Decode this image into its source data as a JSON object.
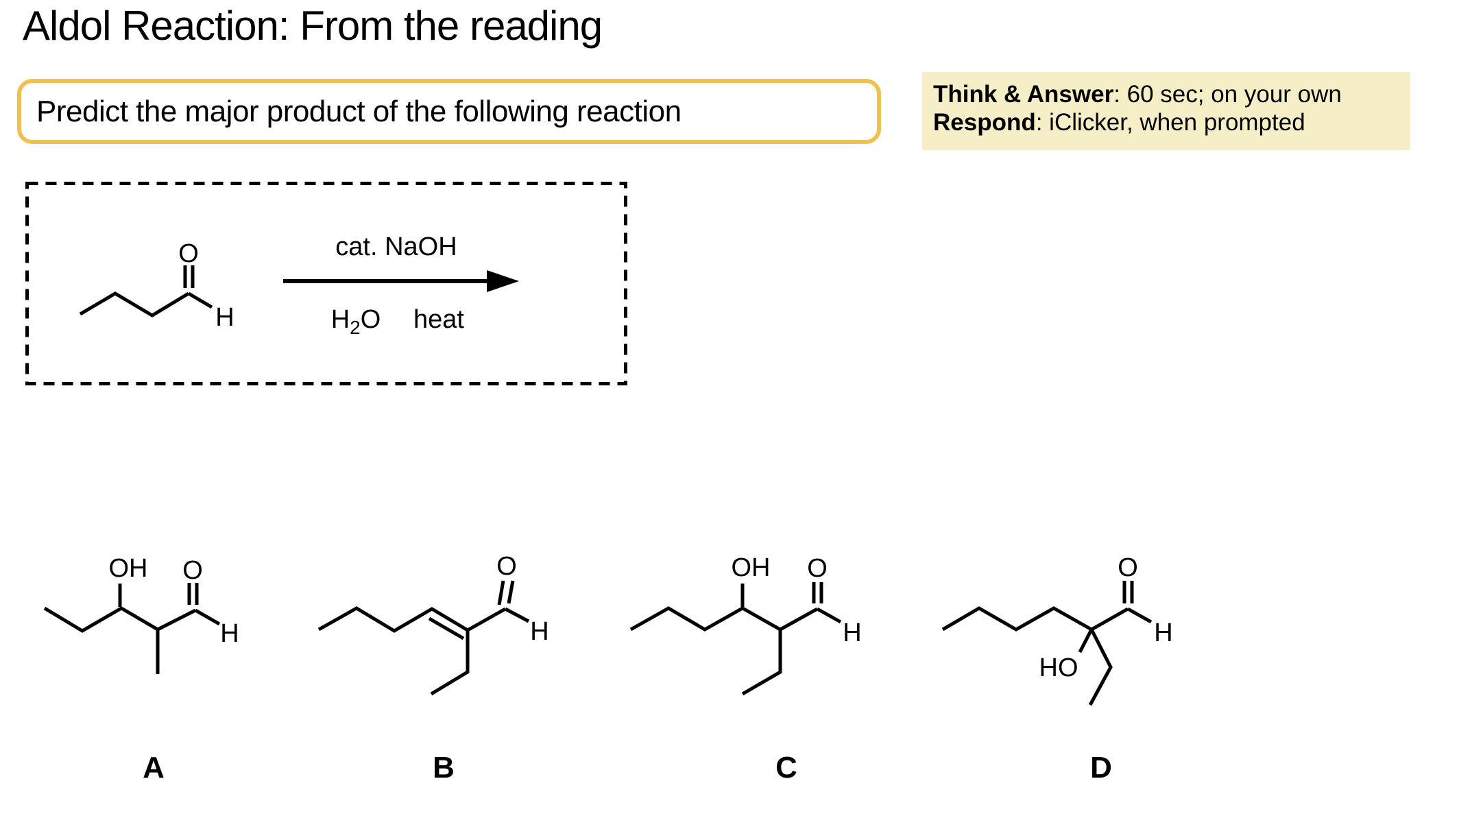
{
  "slide": {
    "title": "Aldol Reaction: From the reading"
  },
  "prompt_box": {
    "text": "Predict the major product of the following reaction"
  },
  "note_box": {
    "lines": [
      {
        "label": "Think & Answer",
        "rest": ": 60 sec; on your own"
      },
      {
        "label": "Respond",
        "rest": ": iClicker, when prompted"
      }
    ]
  },
  "scheme": {
    "reactant": {
      "carbonyl_o": "O",
      "aldehyde_h": "H"
    },
    "conditions_above_arrow": "cat. NaOH",
    "conditions_below_arrow": {
      "formula_h": "H",
      "formula_sub": "2",
      "formula_o": "O",
      "heat": "heat"
    }
  },
  "answers": [
    {
      "label": "A",
      "hydroxyl": "OH",
      "carbonyl_o": "O",
      "aldehyde_h": "H"
    },
    {
      "label": "B",
      "carbonyl_o": "O",
      "aldehyde_h": "H"
    },
    {
      "label": "C",
      "hydroxyl": "OH",
      "carbonyl_o": "O",
      "aldehyde_h": "H"
    },
    {
      "label": "D",
      "hydroxyl": "HO",
      "carbonyl_o": "O",
      "aldehyde_h": "H"
    }
  ],
  "colors": {
    "prompt_border": "#F0C052",
    "note_background": "#F5EEC6",
    "ink": "#000000",
    "page_background": "#FFFFFF"
  }
}
